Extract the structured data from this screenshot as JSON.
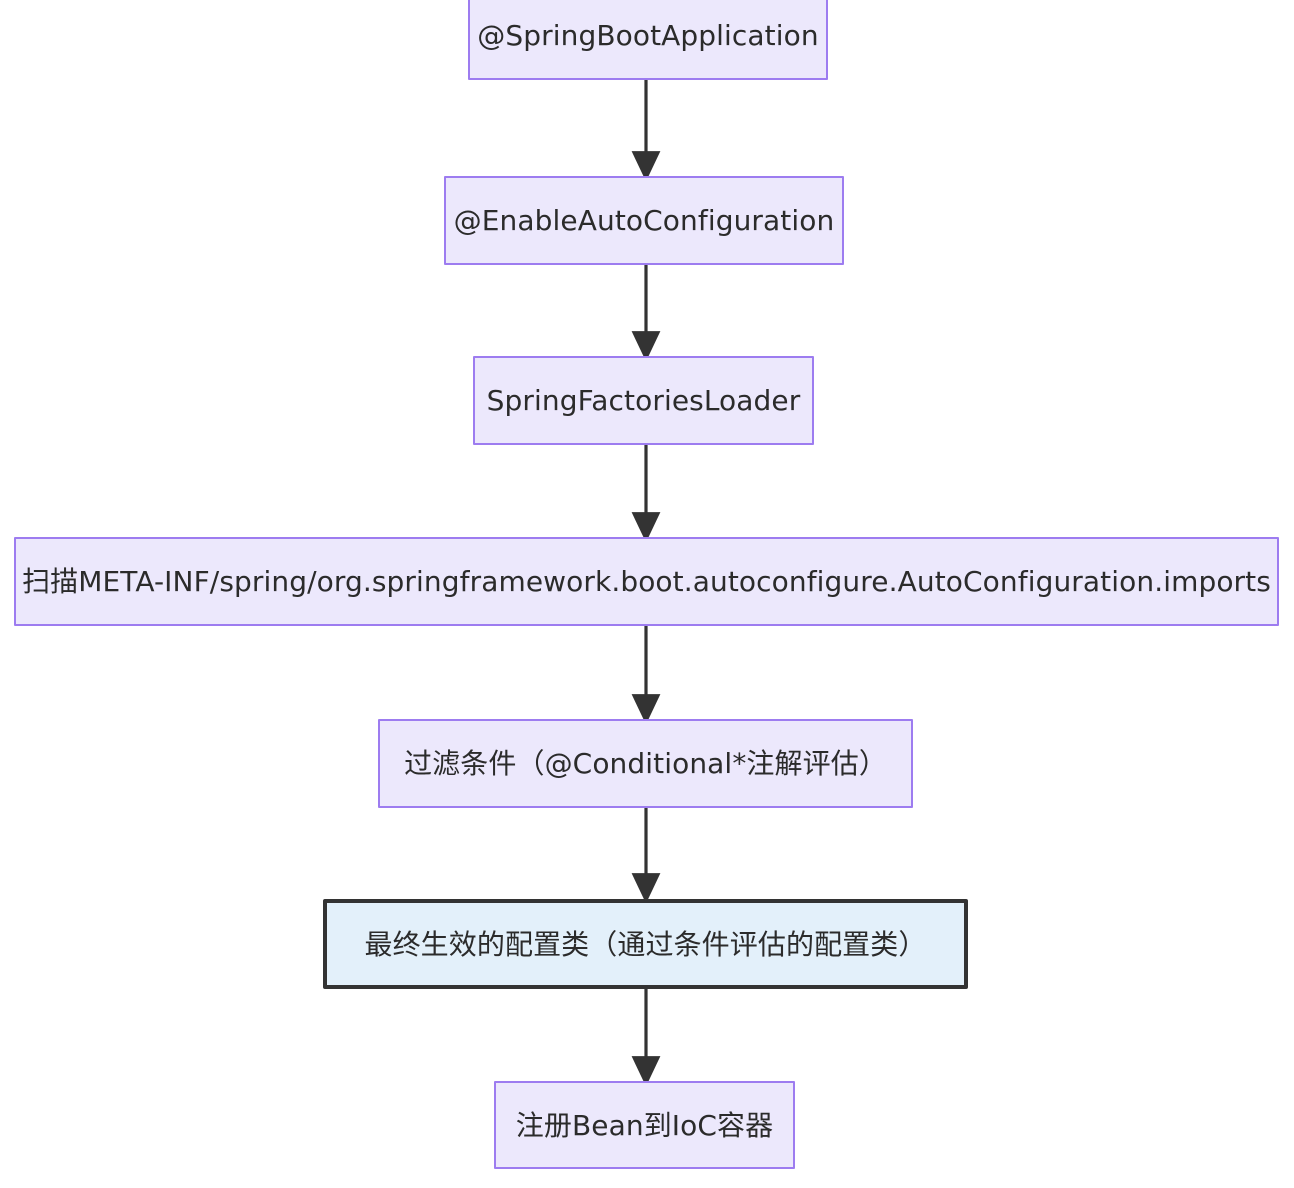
{
  "diagram": {
    "type": "flowchart",
    "direction": "top-to-bottom",
    "background_color": "#ffffff",
    "default_node_fill": "#ece8fc",
    "default_node_stroke": "#9d7cf0",
    "highlight_node_fill": "#e3f0fa",
    "highlight_node_stroke": "#333333",
    "edge_color": "#333333",
    "nodes": [
      {
        "id": "n1",
        "label": "@SpringBootApplication",
        "style": "default"
      },
      {
        "id": "n2",
        "label": "@EnableAutoConfiguration",
        "style": "default"
      },
      {
        "id": "n3",
        "label": "SpringFactoriesLoader",
        "style": "default"
      },
      {
        "id": "n4",
        "label": "扫描META-INF/spring/org.springframework.boot.autoconfigure.AutoConfiguration.imports",
        "style": "default"
      },
      {
        "id": "n5",
        "label": "过滤条件（@Conditional*注解评估）",
        "style": "default"
      },
      {
        "id": "n6",
        "label": "最终生效的配置类（通过条件评估的配置类）",
        "style": "highlight"
      },
      {
        "id": "n7",
        "label": "注册Bean到IoC容器",
        "style": "default"
      }
    ],
    "edges": [
      {
        "from": "n1",
        "to": "n2",
        "label": ""
      },
      {
        "from": "n2",
        "to": "n3",
        "label": ""
      },
      {
        "from": "n3",
        "to": "n4",
        "label": ""
      },
      {
        "from": "n4",
        "to": "n5",
        "label": ""
      },
      {
        "from": "n5",
        "to": "n6",
        "label": ""
      },
      {
        "from": "n6",
        "to": "n7",
        "label": ""
      }
    ]
  }
}
